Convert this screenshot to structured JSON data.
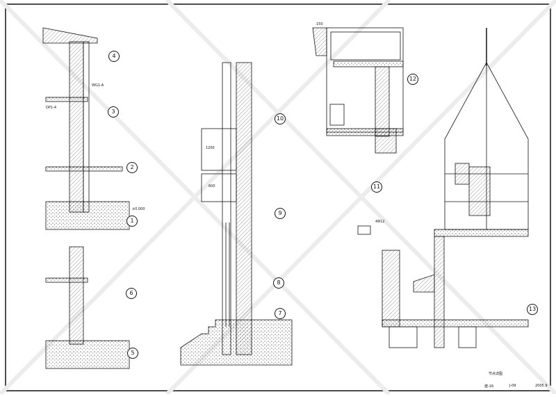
{
  "sheet": {
    "details": [
      {
        "id": "4"
      },
      {
        "id": "3"
      },
      {
        "id": "2"
      },
      {
        "id": "1"
      },
      {
        "id": "6"
      },
      {
        "id": "5"
      },
      {
        "id": "10"
      },
      {
        "id": "9"
      },
      {
        "id": "8"
      },
      {
        "id": "7"
      },
      {
        "id": "12"
      },
      {
        "id": "11"
      },
      {
        "id": "13"
      }
    ],
    "labels": {
      "dp1": "DP1-4",
      "wg1": "WG1-A",
      "dim600": "600",
      "dim1200": "1200",
      "dim150": "150",
      "elev": "±0.000",
      "small_title": "4Φ12"
    },
    "footer": {
      "title": "节点详图",
      "drawing_no": "建-16",
      "page": "J-09",
      "date": "2005.9"
    },
    "colors": {
      "line": "#111111",
      "hatch": "#555555",
      "watermark": "#e6e6e6"
    }
  }
}
